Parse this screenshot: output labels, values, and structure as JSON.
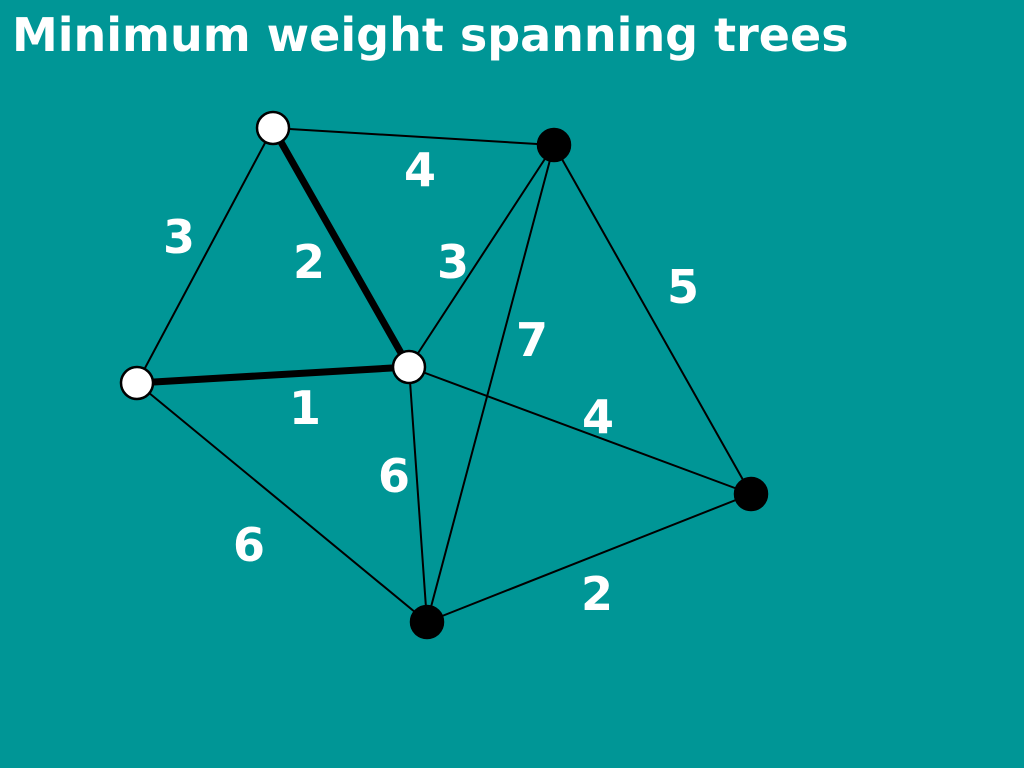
{
  "title": "Minimum weight spanning trees",
  "colors": {
    "background": "#009696",
    "text": "#ffffff",
    "edge": "#000000",
    "tree_vertex_fill": "#ffffff",
    "other_vertex_fill": "#000000"
  },
  "vertices": [
    {
      "id": "A",
      "in_tree": true
    },
    {
      "id": "B",
      "in_tree": false
    },
    {
      "id": "C",
      "in_tree": true
    },
    {
      "id": "D",
      "in_tree": true
    },
    {
      "id": "E",
      "in_tree": false
    },
    {
      "id": "F",
      "in_tree": false
    }
  ],
  "edges": [
    {
      "from": "A",
      "to": "B",
      "weight": "4",
      "in_tree": false
    },
    {
      "from": "A",
      "to": "C",
      "weight": "3",
      "in_tree": false
    },
    {
      "from": "A",
      "to": "D",
      "weight": "2",
      "in_tree": true
    },
    {
      "from": "C",
      "to": "D",
      "weight": "1",
      "in_tree": true
    },
    {
      "from": "D",
      "to": "B",
      "weight": "3",
      "in_tree": false
    },
    {
      "from": "B",
      "to": "F",
      "weight": "7",
      "in_tree": false
    },
    {
      "from": "B",
      "to": "E",
      "weight": "5",
      "in_tree": false
    },
    {
      "from": "D",
      "to": "E",
      "weight": "4",
      "in_tree": false
    },
    {
      "from": "D",
      "to": "F",
      "weight": "6",
      "in_tree": false
    },
    {
      "from": "C",
      "to": "F",
      "weight": "6",
      "in_tree": false
    },
    {
      "from": "F",
      "to": "E",
      "weight": "2",
      "in_tree": false
    }
  ]
}
